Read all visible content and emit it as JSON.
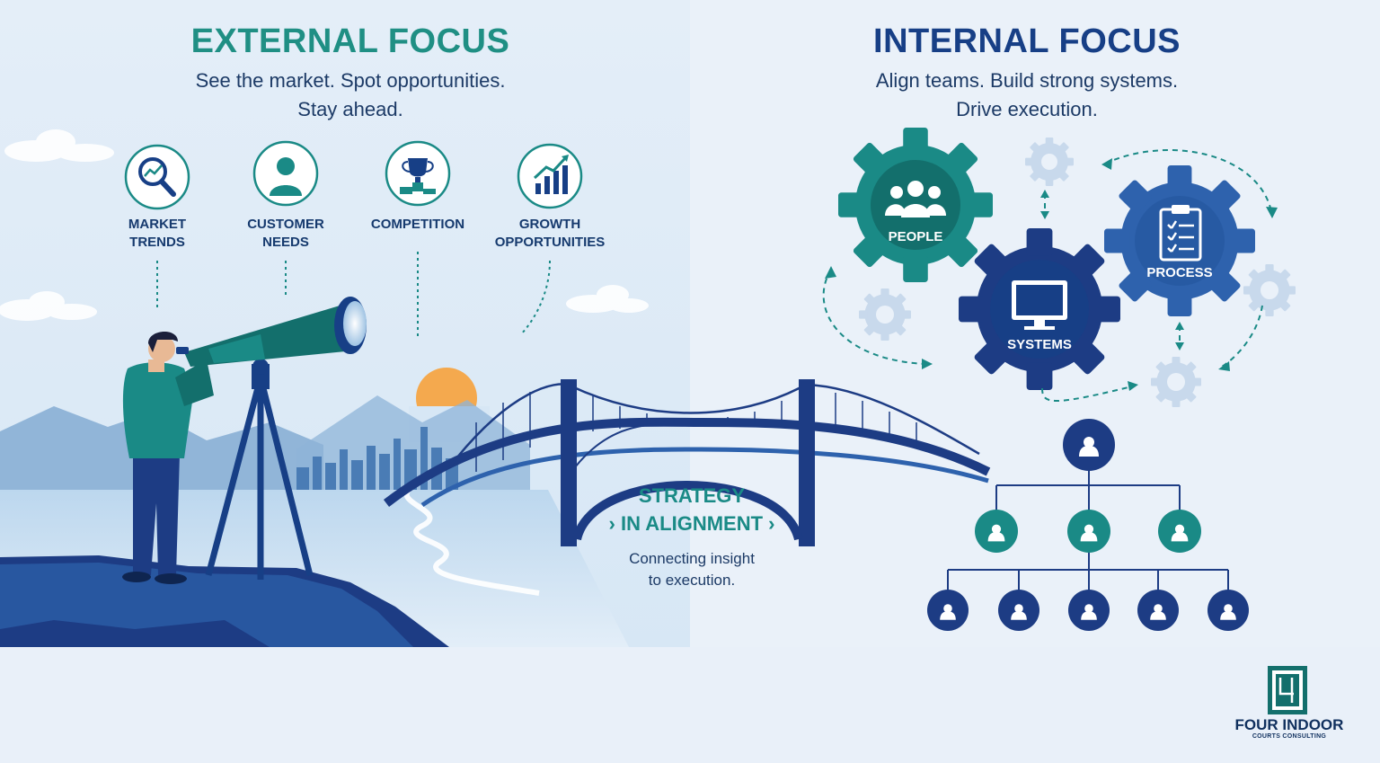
{
  "external": {
    "title": "EXTERNAL FOCUS",
    "subtitle_line1": "See the market. Spot opportunities.",
    "subtitle_line2": "Stay ahead.",
    "items": [
      {
        "line1": "MARKET",
        "line2": "TRENDS",
        "icon": "magnifier-trend-icon"
      },
      {
        "line1": "CUSTOMER",
        "line2": "NEEDS",
        "icon": "person-icon"
      },
      {
        "line1": "COMPETITION",
        "line2": "",
        "icon": "trophy-podium-icon"
      },
      {
        "line1": "GROWTH",
        "line2": "OPPORTUNITIES",
        "icon": "growth-chart-icon"
      }
    ]
  },
  "internal": {
    "title": "INTERNAL FOCUS",
    "subtitle_line1": "Align teams. Build strong systems.",
    "subtitle_line2": "Drive execution.",
    "gears": {
      "people": "PEOPLE",
      "systems": "SYSTEMS",
      "process": "PROCESS"
    }
  },
  "bridge": {
    "title_line1": "STRATEGY",
    "title_line2": "IN ALIGNMENT",
    "caption_line1": "Connecting insight",
    "caption_line2": "to execution."
  },
  "brand": {
    "name": "FOUR INDOOR",
    "tagline": "COURTS CONSULTING"
  },
  "colors": {
    "teal": "#1a8a86",
    "teal_dark": "#136f6c",
    "navy": "#1d3c84",
    "blue": "#2e62ad",
    "title_teal": "#1f8f84",
    "title_navy": "#173f86",
    "sun": "#f4a94e",
    "light_gear": "#c8d9ec"
  }
}
